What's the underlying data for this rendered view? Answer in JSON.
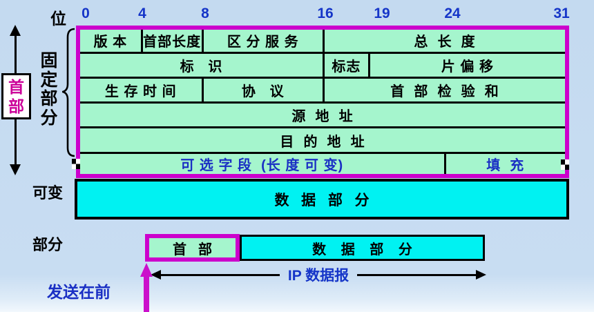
{
  "colors": {
    "background": "#C8DDF2",
    "mint_green": "#A5F5CD",
    "cyan": "#00F2F2",
    "magenta_border": "#CC00CC",
    "header_text_magenta": "#CC0099",
    "blue_text": "#1535C8",
    "black": "#000000"
  },
  "ruler": {
    "unit_label": "位",
    "ticks": [
      {
        "bit": 0,
        "label": "0"
      },
      {
        "bit": 4,
        "label": "4"
      },
      {
        "bit": 8,
        "label": "8"
      },
      {
        "bit": 16,
        "label": "16"
      },
      {
        "bit": 19,
        "label": "19"
      },
      {
        "bit": 24,
        "label": "24"
      },
      {
        "bit": 31,
        "label": "31"
      }
    ]
  },
  "left_annotations": {
    "header_label_lines": [
      "首",
      "部"
    ],
    "fixed_part_label": "固定部分",
    "fixed_part_lines": [
      "固",
      "定",
      "部",
      "分"
    ],
    "variable_part_lines": [
      "可变",
      "部分"
    ]
  },
  "header_table": {
    "rows": [
      {
        "cells": [
          {
            "label": "版 本",
            "bits": 4
          },
          {
            "label": "首部长度",
            "bits": 4
          },
          {
            "label": "区 分 服 务",
            "bits": 8
          },
          {
            "label": "总  长  度",
            "bits": 16
          }
        ]
      },
      {
        "cells": [
          {
            "label": "标   识",
            "bits": 16
          },
          {
            "label": "标志",
            "bits": 3
          },
          {
            "label": "片 偏 移",
            "bits": 13
          }
        ]
      },
      {
        "cells": [
          {
            "label": "生 存 时 间",
            "bits": 8
          },
          {
            "label": "协   议",
            "bits": 8
          },
          {
            "label": "首  部  检  验  和",
            "bits": 16
          }
        ]
      },
      {
        "cells": [
          {
            "label": "源  地  址",
            "bits": 32
          }
        ]
      },
      {
        "cells": [
          {
            "label": "目  的  地  址",
            "bits": 32
          }
        ]
      },
      {
        "cells": [
          {
            "label": "可 选 字 段  (长 度 可 变)",
            "bits": 24
          },
          {
            "label": "填  充",
            "bits": 8
          }
        ]
      }
    ]
  },
  "data_section": {
    "label": "数  据  部  分"
  },
  "bottom_diagram": {
    "header_box_label": "首  部",
    "data_box_label": "数 据 部 分",
    "datagram_arrow_label": "IP 数据报",
    "sent_first_label": "发送在前"
  }
}
